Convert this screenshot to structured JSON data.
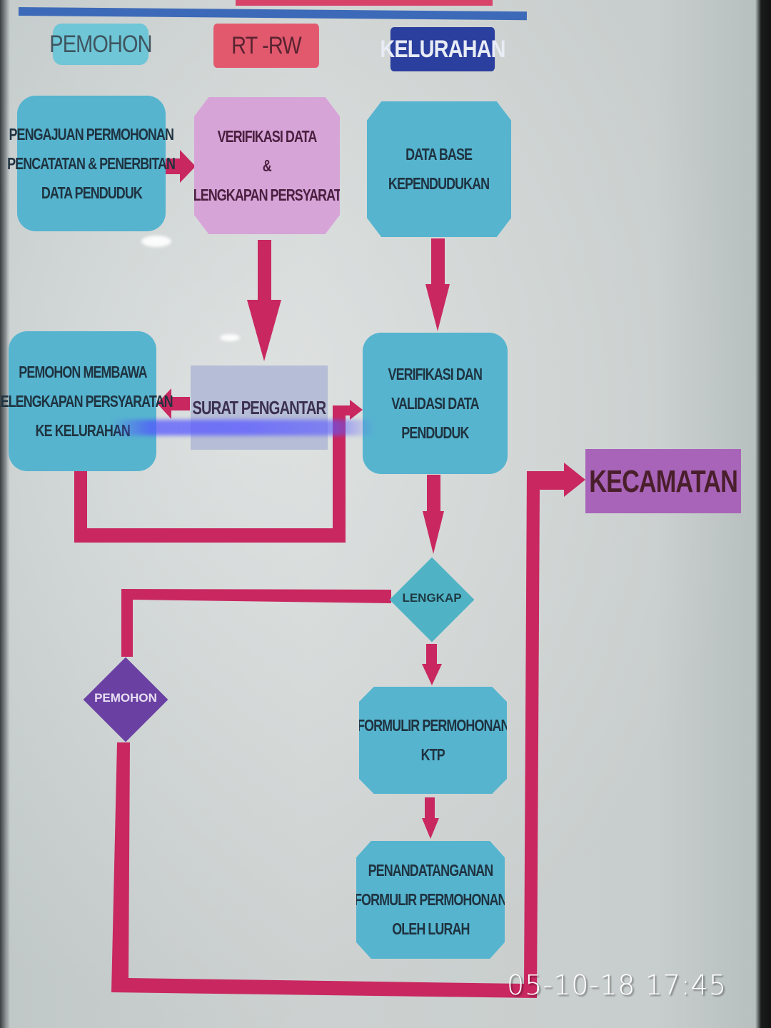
{
  "lanes": {
    "pemohon": "PEMOHON",
    "rt_rw": "RT -RW",
    "kelurahan": "KELURAHAN"
  },
  "steps": {
    "pengajuan": [
      "PENGAJUAN PERMOHONAN",
      "PENCATATAN & PENERBITAN",
      "DATA PENDUDUK"
    ],
    "verifikasi_rt": [
      "VERIFIKASI DATA",
      "&",
      "KELENGKAPAN PERSYARATAN"
    ],
    "database": [
      "DATA BASE",
      "KEPENDUDUKAN"
    ],
    "pemohon_membawa": [
      "PEMOHON MEMBAWA",
      "KELENGKAPAN PERSYARATAN",
      "KE KELURAHAN"
    ],
    "surat_pengantar": "SURAT PENGANTAR",
    "verifikasi_kel": [
      "VERIFIKASI DAN",
      "VALIDASI DATA",
      "PENDUDUK"
    ],
    "kecamatan": "KECAMATAN",
    "formulir": [
      "FORMULIR PERMOHONAN",
      "KTP"
    ],
    "penandatanganan": [
      "PENANDATANGANAN",
      "FORMULIR PERMOHONAN",
      "OLEH LURAH"
    ]
  },
  "decisions": {
    "lengkap": "LENGKAP",
    "pemohon": "PEMOHON"
  },
  "colors": {
    "arrow": "#c9275f",
    "cyan_box": "#56b4cf",
    "rt_box": "#d7a4d8",
    "kecamatan_box": "#a864b8",
    "kelurahan_lane": "#2b3f9e",
    "rt_lane": "#e2596e",
    "pemohon_lane": "#6ec6d6"
  },
  "camera_timestamp": "05-10-18 17:45"
}
